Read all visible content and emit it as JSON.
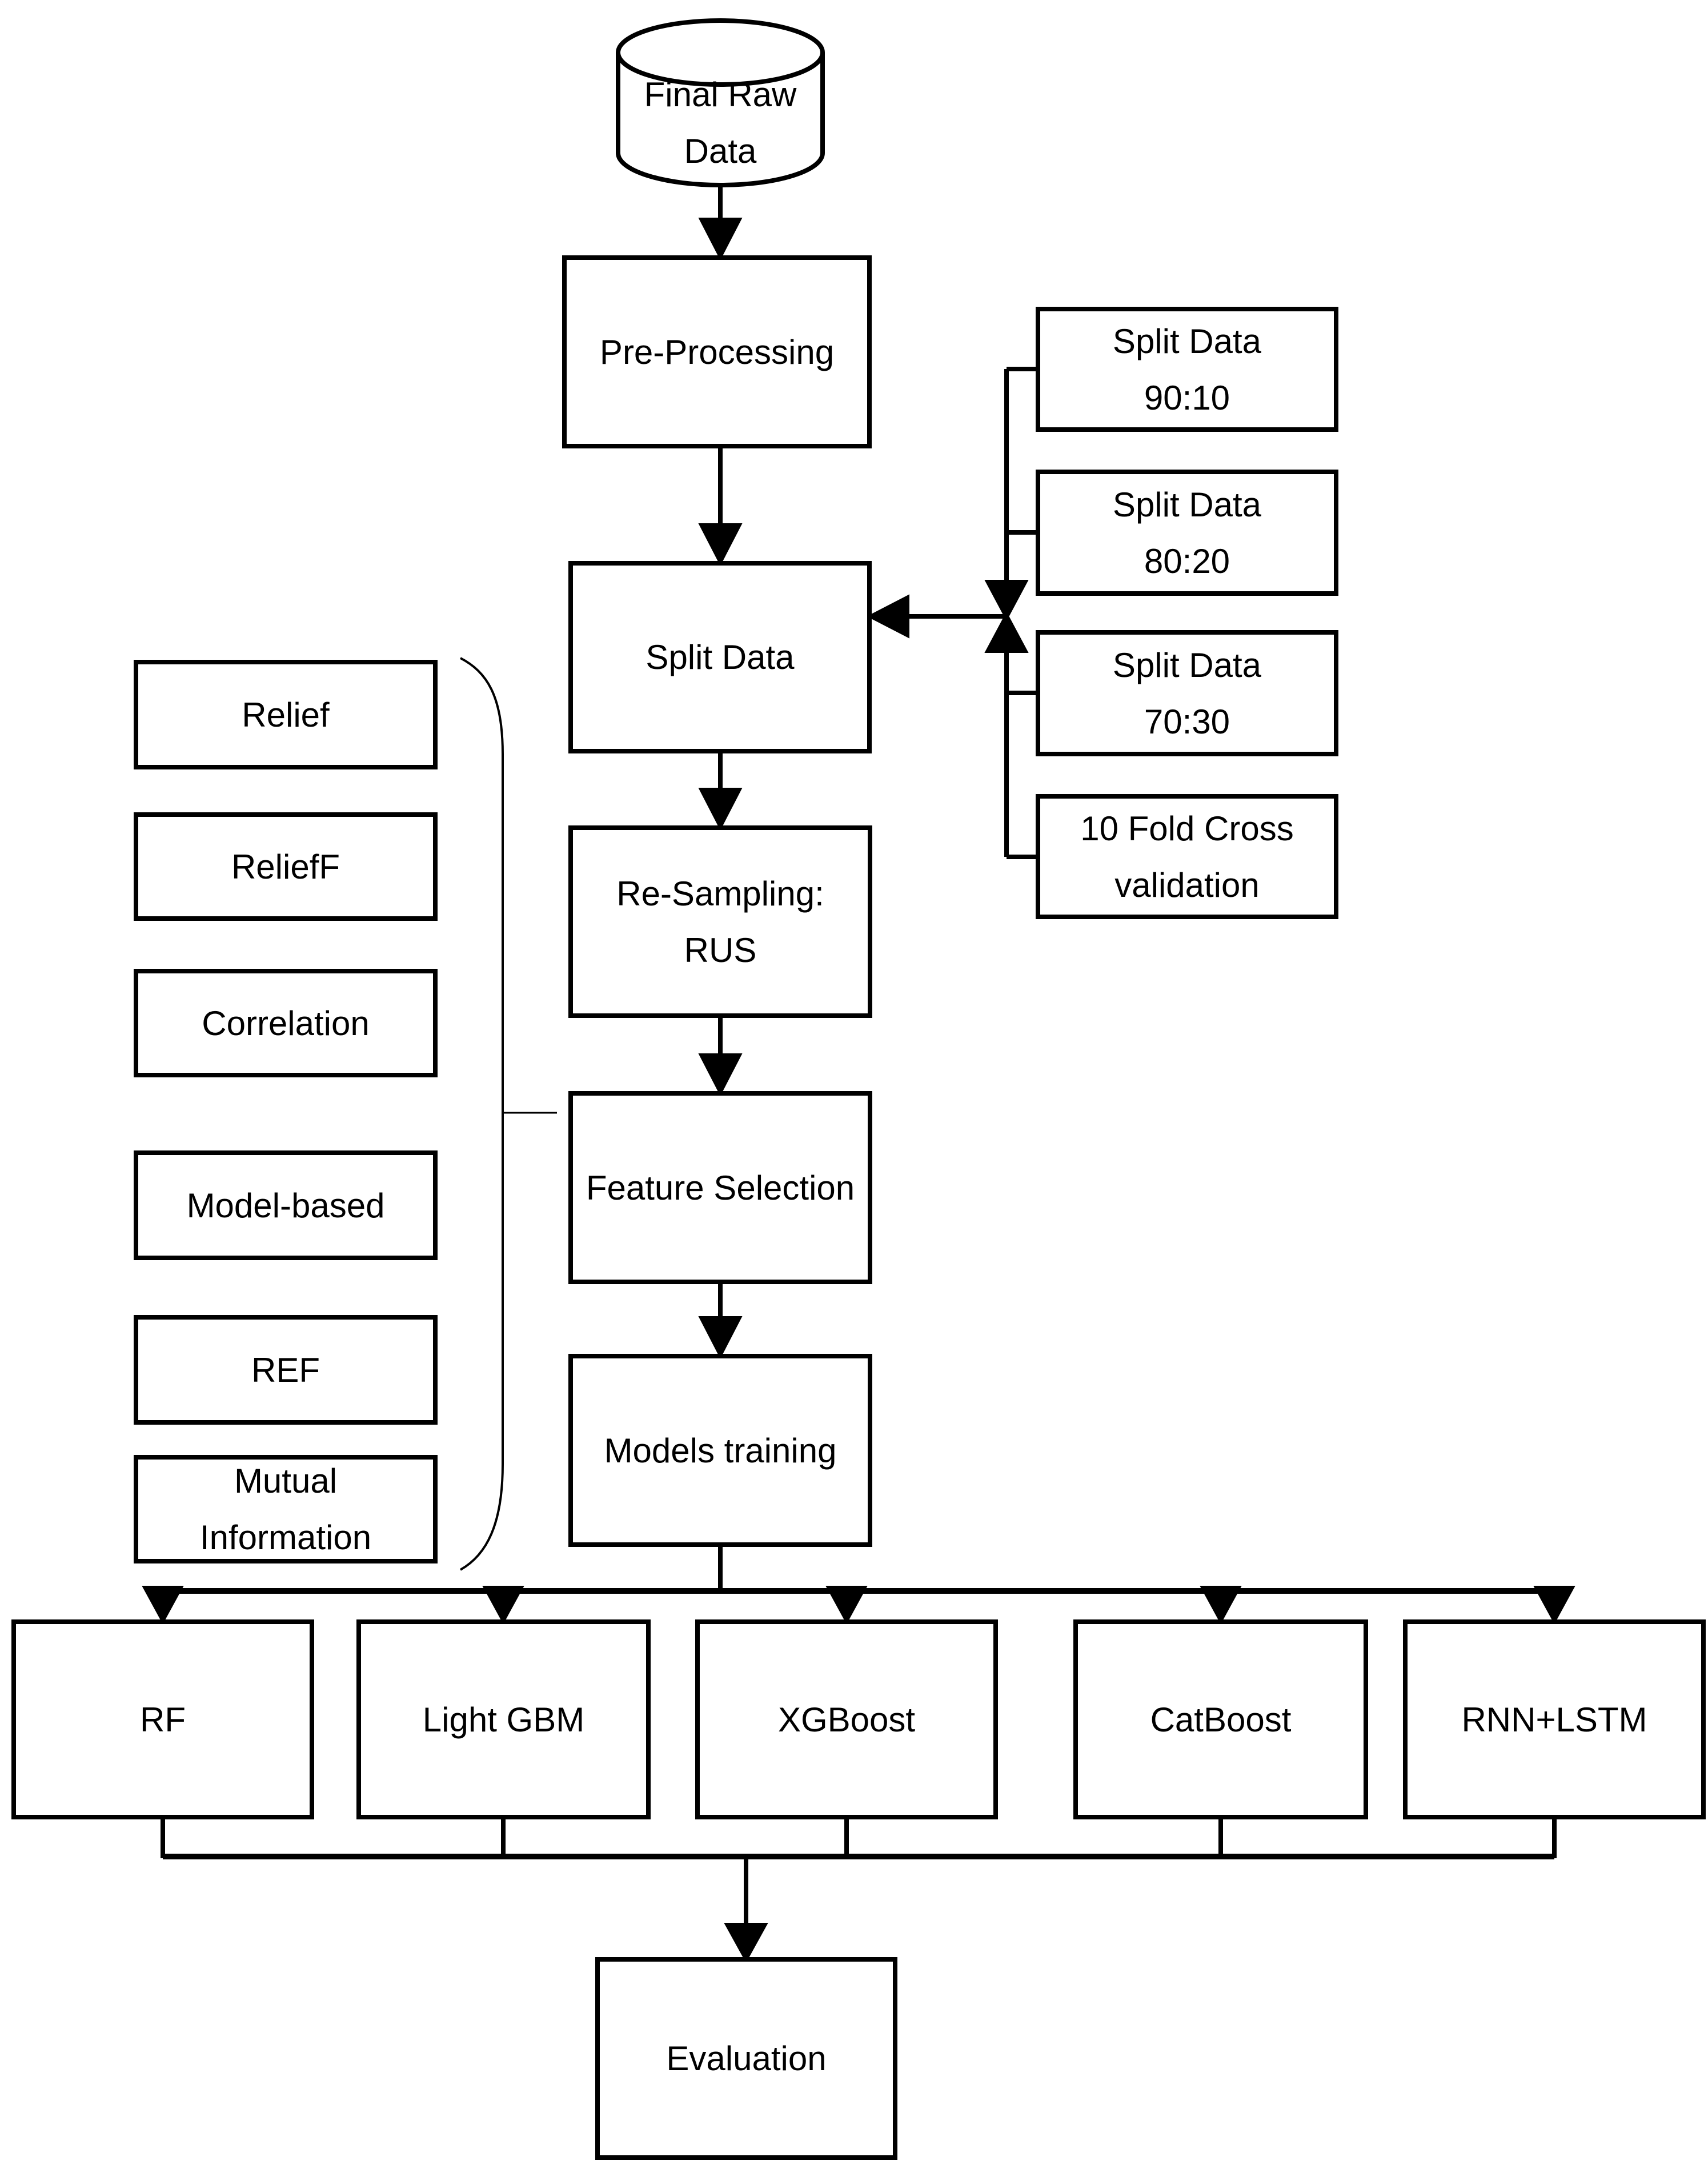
{
  "flowchart": {
    "source": {
      "label": "Final Raw\nData"
    },
    "main": [
      {
        "label": "Pre-Processing"
      },
      {
        "label": "Split Data"
      },
      {
        "label": "Re-Sampling:\nRUS"
      },
      {
        "label": "Feature Selection"
      },
      {
        "label": "Models training"
      }
    ],
    "split_options": [
      {
        "label": "Split Data\n90:10"
      },
      {
        "label": "Split Data\n80:20"
      },
      {
        "label": "Split Data\n70:30"
      },
      {
        "label": "10 Fold Cross\nvalidation"
      }
    ],
    "feature_selection_methods": [
      {
        "label": "Relief"
      },
      {
        "label": "ReliefF"
      },
      {
        "label": "Correlation"
      },
      {
        "label": "Model-based"
      },
      {
        "label": "REF"
      },
      {
        "label": "Mutual\nInformation"
      }
    ],
    "models": [
      {
        "label": "RF"
      },
      {
        "label": "Light GBM"
      },
      {
        "label": "XGBoost"
      },
      {
        "label": "CatBoost"
      },
      {
        "label": "RNN+LSTM"
      }
    ],
    "evaluation": {
      "label": "Evaluation"
    },
    "colors": {
      "stroke": "#000000",
      "background": "#ffffff",
      "text": "#000000"
    }
  }
}
